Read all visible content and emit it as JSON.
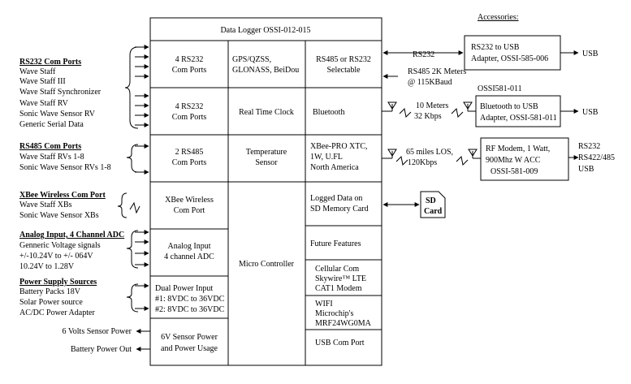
{
  "title": "Data Logger OSSI-012-015",
  "accessories_label": "Accessories:",
  "left_groups": [
    {
      "heading": "RS232 Com Ports",
      "items": [
        "Wave Staff",
        "Wave Staff III",
        "Wave Staff Synchronizer",
        "Wave Staff RV",
        "Sonic Wave Sensor RV",
        "Generic Serial Data"
      ]
    },
    {
      "heading": "RS485 Com Ports",
      "items": [
        "Wave Staff RVs 1-8",
        "Sonic Wave Sensor RVs 1-8"
      ]
    },
    {
      "heading": "XBee Wireless Com Port",
      "items": [
        "Wave Staff XBs",
        "Sonic Wave Sensor XBs"
      ]
    },
    {
      "heading": "Analog Input, 4 Channel ADC",
      "items": [
        "Genneric Voltage signals",
        "+/-10.24V to +/- 064V",
        "10.24V to 1.28V"
      ]
    },
    {
      "heading": "Power Supply Sources",
      "items": [
        "Battery Packs 18V",
        "Solar Power source",
        "AC/DC Power Adapter"
      ]
    }
  ],
  "outputs": {
    "sensor_power": "6 Volts Sensor Power",
    "battery_out": "Battery Power Out"
  },
  "col1": {
    "rs232": [
      "4 RS232",
      "Com Ports"
    ],
    "rs232b": [
      "4 RS232",
      "Com Ports"
    ],
    "rs485": [
      "2 RS485",
      "Com Ports"
    ],
    "xbee": [
      "XBee Wireless",
      "Com Port"
    ],
    "analog": [
      "Analog Input",
      "4 channel ADC"
    ],
    "dual_power": [
      "Dual Power Input",
      "#1: 8VDC to 36VDC",
      "#2: 8VDC to 36VDC"
    ],
    "sensor_power": [
      "6V Sensor Power",
      "and Power Usage"
    ]
  },
  "col2": {
    "gps": [
      "GPS/QZSS,",
      "GLONASS, BeiDou"
    ],
    "rtc": [
      "Real Time Clock"
    ],
    "temp": [
      "Temperature",
      "Sensor"
    ],
    "micro": [
      "Micro Controller"
    ]
  },
  "col3": {
    "rs485_sel": [
      "RS485 or RS232",
      "Selectable"
    ],
    "bluetooth": [
      "Bluetooth"
    ],
    "xbee_pro": [
      "XBee-PRO XTC,",
      "1W, U.FL",
      "North America"
    ],
    "sd": [
      "Logged Data on",
      "SD Memory Card"
    ],
    "future": [
      "Future Features"
    ],
    "cellular": [
      "Cellular Com",
      "Skywire™ LTE",
      "CAT1 Modem"
    ],
    "wifi": [
      "WIFI",
      "Microchip's",
      "MRF24WG0MA"
    ],
    "usb": [
      "USB Com Port"
    ]
  },
  "links": {
    "rs232": "RS232",
    "rs485_meters": [
      "RS485 2K Meters",
      "@ 115KBaud"
    ],
    "bt_range": [
      "10 Meters",
      "32 Kbps"
    ],
    "xbee_range": [
      "65 miles LOS,",
      "120Kbps"
    ]
  },
  "accessories": {
    "rs232_usb": [
      "RS232 to USB",
      "Adapter, OSSI-585-006"
    ],
    "bt_title": "OSSI581-011",
    "bt_usb": [
      "Bluetooth to USB",
      "Adapter, OSSI-581-011"
    ],
    "rf_modem": [
      "RF Modem, 1 Watt,",
      "900Mhz W ACC",
      "OSSI-581-009"
    ]
  },
  "sd_card": [
    "SD",
    "Card"
  ],
  "right_outputs": {
    "usb1": "USB",
    "usb2": "USB",
    "rf_out": [
      "RS232",
      "RS422/485",
      "USB"
    ]
  }
}
